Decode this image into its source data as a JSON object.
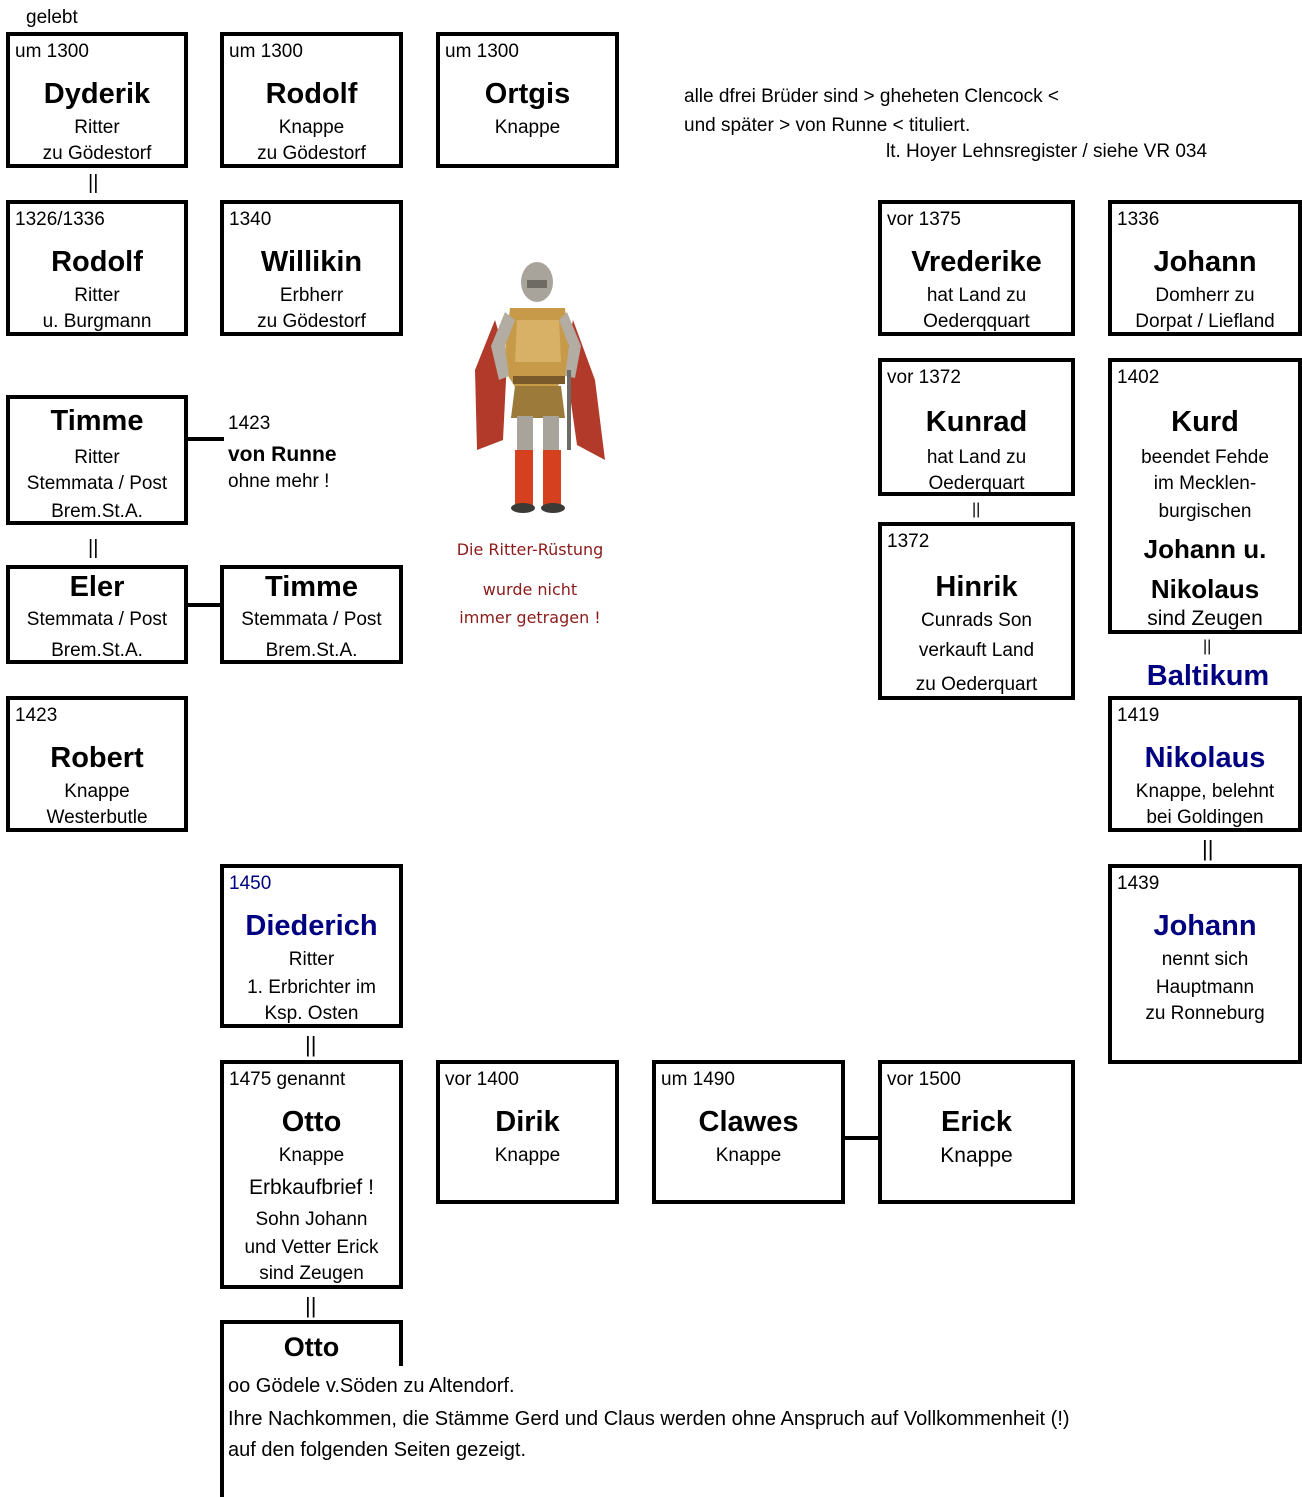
{
  "header": {
    "gelebt": "gelebt"
  },
  "note": {
    "line1": "alle dfrei Brüder sind > gheheten Clencock <",
    "line2": "und später  > von Runne <  tituliert.",
    "line3": "lt. Hoyer Lehnsregister / siehe VR 034"
  },
  "boxes": {
    "dyderik": {
      "year": "um 1300",
      "name": "Dyderik",
      "l1": "Ritter",
      "l2": "zu Gödestorf"
    },
    "rodolf1": {
      "year": "um 1300",
      "name": "Rodolf",
      "l1": "Knappe",
      "l2": "zu Gödestorf"
    },
    "ortgis": {
      "year": "um 1300",
      "name": "Ortgis",
      "l1": "Knappe"
    },
    "rodolf2": {
      "year": "1326/1336",
      "name": "Rodolf",
      "l1": "Ritter",
      "l2": "u. Burgmann"
    },
    "willikin": {
      "year": "1340",
      "name": "Willikin",
      "l1": "Erbherr",
      "l2": "zu Gödestorf"
    },
    "vrederike": {
      "year": "vor 1375",
      "name": "Vrederike",
      "l1": "hat Land zu",
      "l2": "Oederqquart"
    },
    "johann1": {
      "year": "1336",
      "name": "Johann",
      "l1": "Domherr zu",
      "l2": "Dorpat / Liefland"
    },
    "timme1": {
      "name": "Timme",
      "l1": "Ritter",
      "l2": "Stemmata / Post",
      "l3": "Brem.St.A."
    },
    "kunrad": {
      "year": "vor 1372",
      "name": "Kunrad",
      "l1": "hat Land zu",
      "l2": "Oederquart"
    },
    "kurd": {
      "year": "1402",
      "name": "Kurd",
      "l1": "beendet Fehde",
      "l2": "im Mecklen-",
      "l3": "burgischen",
      "n2": "Johann u.",
      "n3": "Nikolaus",
      "l4": "sind Zeugen"
    },
    "eler": {
      "name": "Eler",
      "l1": "Stemmata / Post",
      "l2": "Brem.St.A."
    },
    "timme2": {
      "name": "Timme",
      "l1": "Stemmata / Post",
      "l2": "Brem.St.A."
    },
    "hinrik": {
      "year": "1372",
      "name": "Hinrik",
      "l1": "Cunrads Son",
      "l2": "verkauft Land",
      "l3": "zu Oederquart"
    },
    "robert": {
      "year": "1423",
      "name": "Robert",
      "l1": "Knappe",
      "l2": "Westerbutle"
    },
    "nikolaus": {
      "year": "1419",
      "name": "Nikolaus",
      "l1": "Knappe, belehnt",
      "l2": "bei Goldingen"
    },
    "diederich": {
      "year": "1450",
      "name": "Diederich",
      "l1": "Ritter",
      "l2": "1. Erbrichter im",
      "l3": "Ksp. Osten"
    },
    "johann2": {
      "year": "1439",
      "name": "Johann",
      "l1": "nennt sich",
      "l2": "Hauptmann",
      "l3": "zu Ronneburg"
    },
    "otto1": {
      "year": "1475 genannt",
      "name": "Otto",
      "l1": "Knappe",
      "l2": "Erbkaufbrief !",
      "l3": "Sohn Johann",
      "l4": "und Vetter Erick",
      "l5": "sind Zeugen"
    },
    "dirik": {
      "year": "vor 1400",
      "name": "Dirik",
      "l1": "Knappe"
    },
    "clawes": {
      "year": "um 1490",
      "name": "Clawes",
      "l1": "Knappe"
    },
    "erick": {
      "year": "vor 1500",
      "name": "Erick",
      "l1": "Knappe"
    },
    "otto2": {
      "name": "Otto"
    }
  },
  "side": {
    "year": "1423",
    "name": "von Runne",
    "note": "ohne mehr !"
  },
  "baltikum": "Baltikum",
  "connector_symbol": "||",
  "caption": {
    "l1": "Die Ritter-Rüstung",
    "l2": "wurde nicht",
    "l3": "immer getragen !"
  },
  "bottom": {
    "l1": "oo Gödele v.Söden zu Altendorf.",
    "l2": "Ihre Nachkommen, die Stämme Gerd und Claus werden ohne Anspruch auf Vollkommenheit (!)",
    "l3": "auf den folgenden Seiten gezeigt."
  },
  "colors": {
    "blue": "#000080",
    "caption_red": "#8b1a1a"
  },
  "image": {
    "icon": "knight-in-armor-figure"
  }
}
